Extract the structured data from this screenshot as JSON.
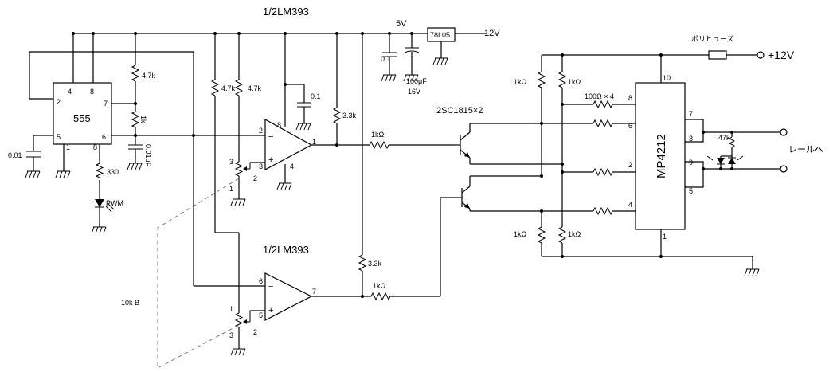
{
  "labels": {
    "lm393_top": "1/2LM393",
    "lm393_bottom": "1/2LM393",
    "v5": "5V",
    "v12": "12V",
    "regulator": "78L05",
    "polyfuse": "ポリヒューズ",
    "plus12v": "+12V",
    "ic555": "555",
    "mp4212": "MP4212",
    "transistors": "2SC1815×2",
    "rail": "レールへ",
    "pot_note": "10k B",
    "pwm": "PWM",
    "r_4k7_a": "4.7k",
    "r_1k_a": "1k",
    "c_001u": "0.01μF",
    "c_001": "0.01",
    "r_330": "330",
    "r_4k7_b": "4.7k",
    "r_4k7_c": "4.7k",
    "c_01a": "0.1",
    "r_3k3_a": "3.3k",
    "r_3k3_b": "3.3k",
    "c_01b": "0.1",
    "c_100u": "100μF",
    "c_16v": "16V",
    "r_1k_in1": "1kΩ",
    "r_1k_in2": "1kΩ",
    "r_1k_tl": "1kΩ",
    "r_1k_tr": "1kΩ",
    "r_1k_bl": "1kΩ",
    "r_1k_br": "1kΩ",
    "r_100x4": "100Ω × 4",
    "r_47k": "47k"
  },
  "pins": {
    "ic555": {
      "p4": "4",
      "p8": "8",
      "p2": "2",
      "p7": "7",
      "p5": "5",
      "p1": "1",
      "p6": "6",
      "p8b": "8"
    },
    "cmp_top": {
      "p2": "2",
      "p3": "3",
      "p8": "8",
      "p4": "4",
      "p1": "1"
    },
    "cmp_bottom": {
      "p6": "6",
      "p5": "5",
      "p7": "7"
    },
    "pot_top": {
      "a": "3",
      "b": "1",
      "w": "2"
    },
    "pot_bottom": {
      "a": "1",
      "b": "3",
      "w": "2"
    },
    "mp4212": {
      "p10": "10",
      "p8": "8",
      "p6": "6",
      "p2": "2",
      "p4": "4",
      "p1": "1",
      "p7": "7",
      "p3": "3",
      "p9": "9",
      "p5": "5"
    }
  },
  "icons": {
    "ground": "ground-icon",
    "led": "led-icon",
    "resistor": "resistor-icon",
    "capacitor": "capacitor-icon",
    "comparator": "comparator-icon",
    "transistor": "npn-transistor-icon",
    "terminal": "terminal-icon"
  }
}
